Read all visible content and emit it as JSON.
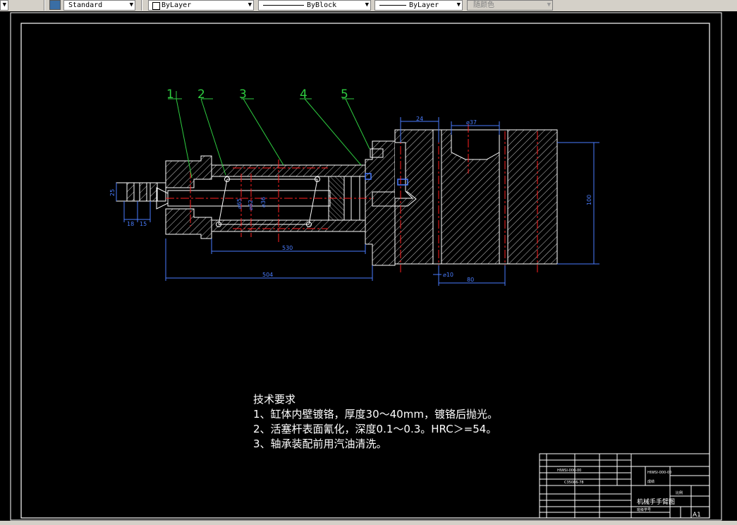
{
  "toolbar": {
    "style_value": "Standard",
    "color_value": "ByLayer",
    "linetype_value": "ByBlock",
    "lineweight_value": "ByLayer",
    "plotstyle_value": "随颜色"
  },
  "drawing": {
    "part_numbers": [
      "1",
      "2",
      "3",
      "4",
      "5"
    ],
    "dimensions": {
      "d24": "24",
      "d37": "⌀37",
      "d100": "100",
      "d530": "530",
      "d504": "504",
      "d810": "⌀10",
      "d80": "80",
      "d18": "18",
      "d15": "15",
      "dleft": "25",
      "din1": "⌀65",
      "din2": "⌀62",
      "din3": "⌀36"
    }
  },
  "tech_requirements": {
    "title": "技术要求",
    "items": [
      "1、缸体内壁镀铬，厚度30～40mm，镀铬后抛光。",
      "2、活塞杆表面氰化，深度0.1～0.3。HRC＞=54。",
      "3、轴承装配前用汽油清洗。"
    ]
  },
  "title_block": {
    "drawing_name": "机械手手臂图",
    "sheet_size": "A1",
    "row1_code": "HIWSI-000-00",
    "row2_code": "HIWSI-000-00",
    "row3_code": "C35086-78",
    "label_a": "成绩",
    "label_b": "比例",
    "footer": "班级学号"
  }
}
